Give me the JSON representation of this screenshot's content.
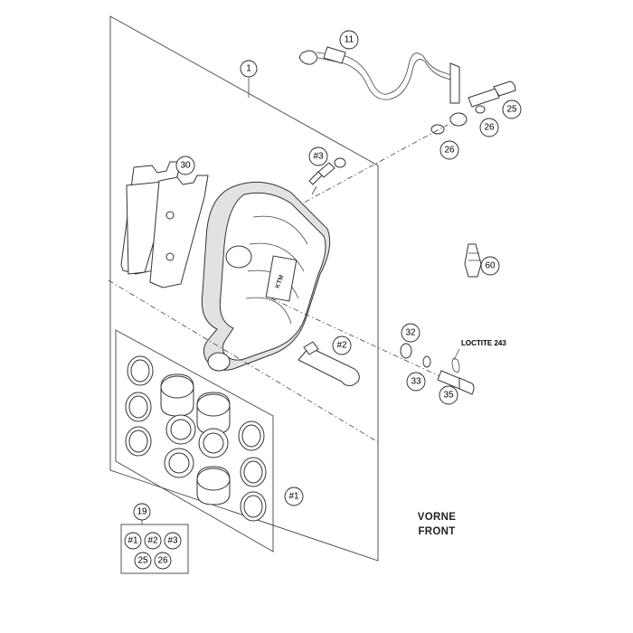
{
  "callouts": {
    "assembly": "1",
    "hose": "11",
    "pads": "30",
    "bleeder_ref": "#3",
    "pin_ref": "#2",
    "seal_kit_ref": "#1",
    "banjo_bolt": "25",
    "washer_upper_left": "26",
    "washer_upper_right": "26",
    "screw_kit": "60",
    "washer_32": "32",
    "washer_33": "33",
    "bolt_35": "35",
    "kit_19": "19",
    "kit_items": [
      "#1",
      "#2",
      "#3",
      "25",
      "26"
    ]
  },
  "loctite_label": "LOCTITE 243",
  "front_label": {
    "line1": "VORNE",
    "line2": "FRONT"
  }
}
